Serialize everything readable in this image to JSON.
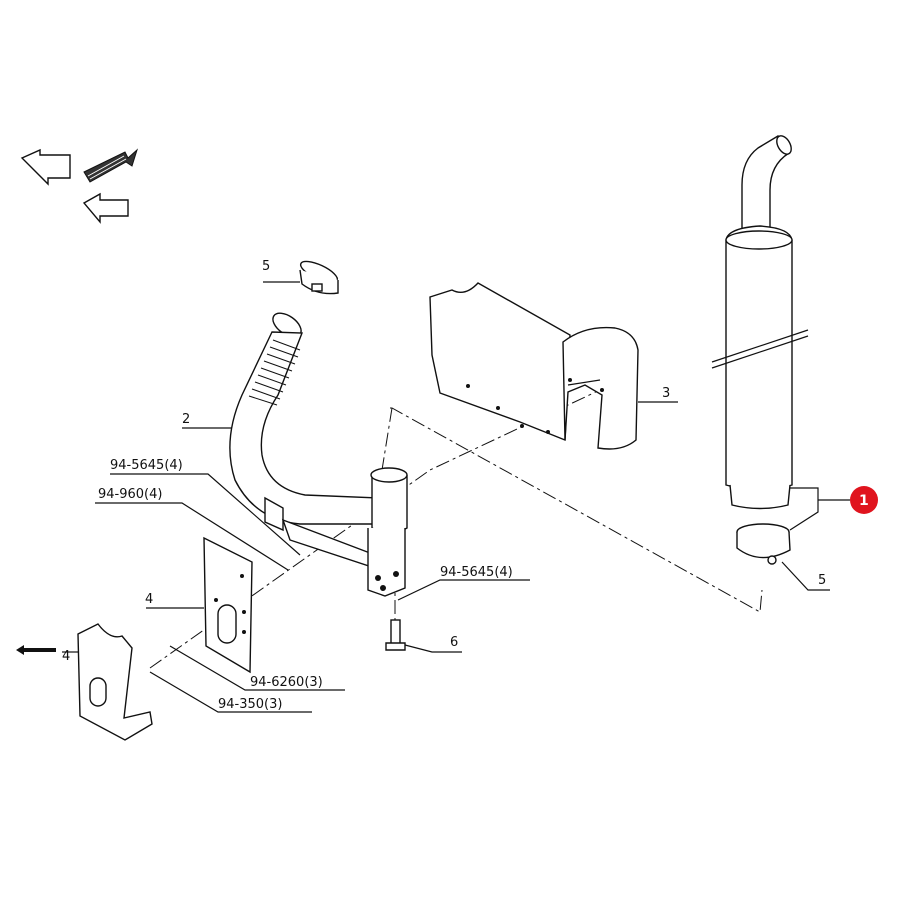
{
  "labels": {
    "part_1": "1",
    "part_2": "2",
    "part_3": "3",
    "part_4a": "4",
    "part_4b": "4",
    "part_5a": "5",
    "part_5b": "5",
    "part_6": "6",
    "ref_a": "94-5645(4)",
    "ref_b": "94-960(4)",
    "ref_c": "94-5645(4)",
    "ref_d": "94-6260(3)",
    "ref_e": "94-350(3)"
  },
  "colors": {
    "callout_fill": "#e0141e",
    "line": "#111111"
  },
  "icons": [
    "nav-back-arrow-icon",
    "nav-forward-arrow-icon",
    "nav-home-arrow-icon",
    "left-arrow-icon"
  ]
}
